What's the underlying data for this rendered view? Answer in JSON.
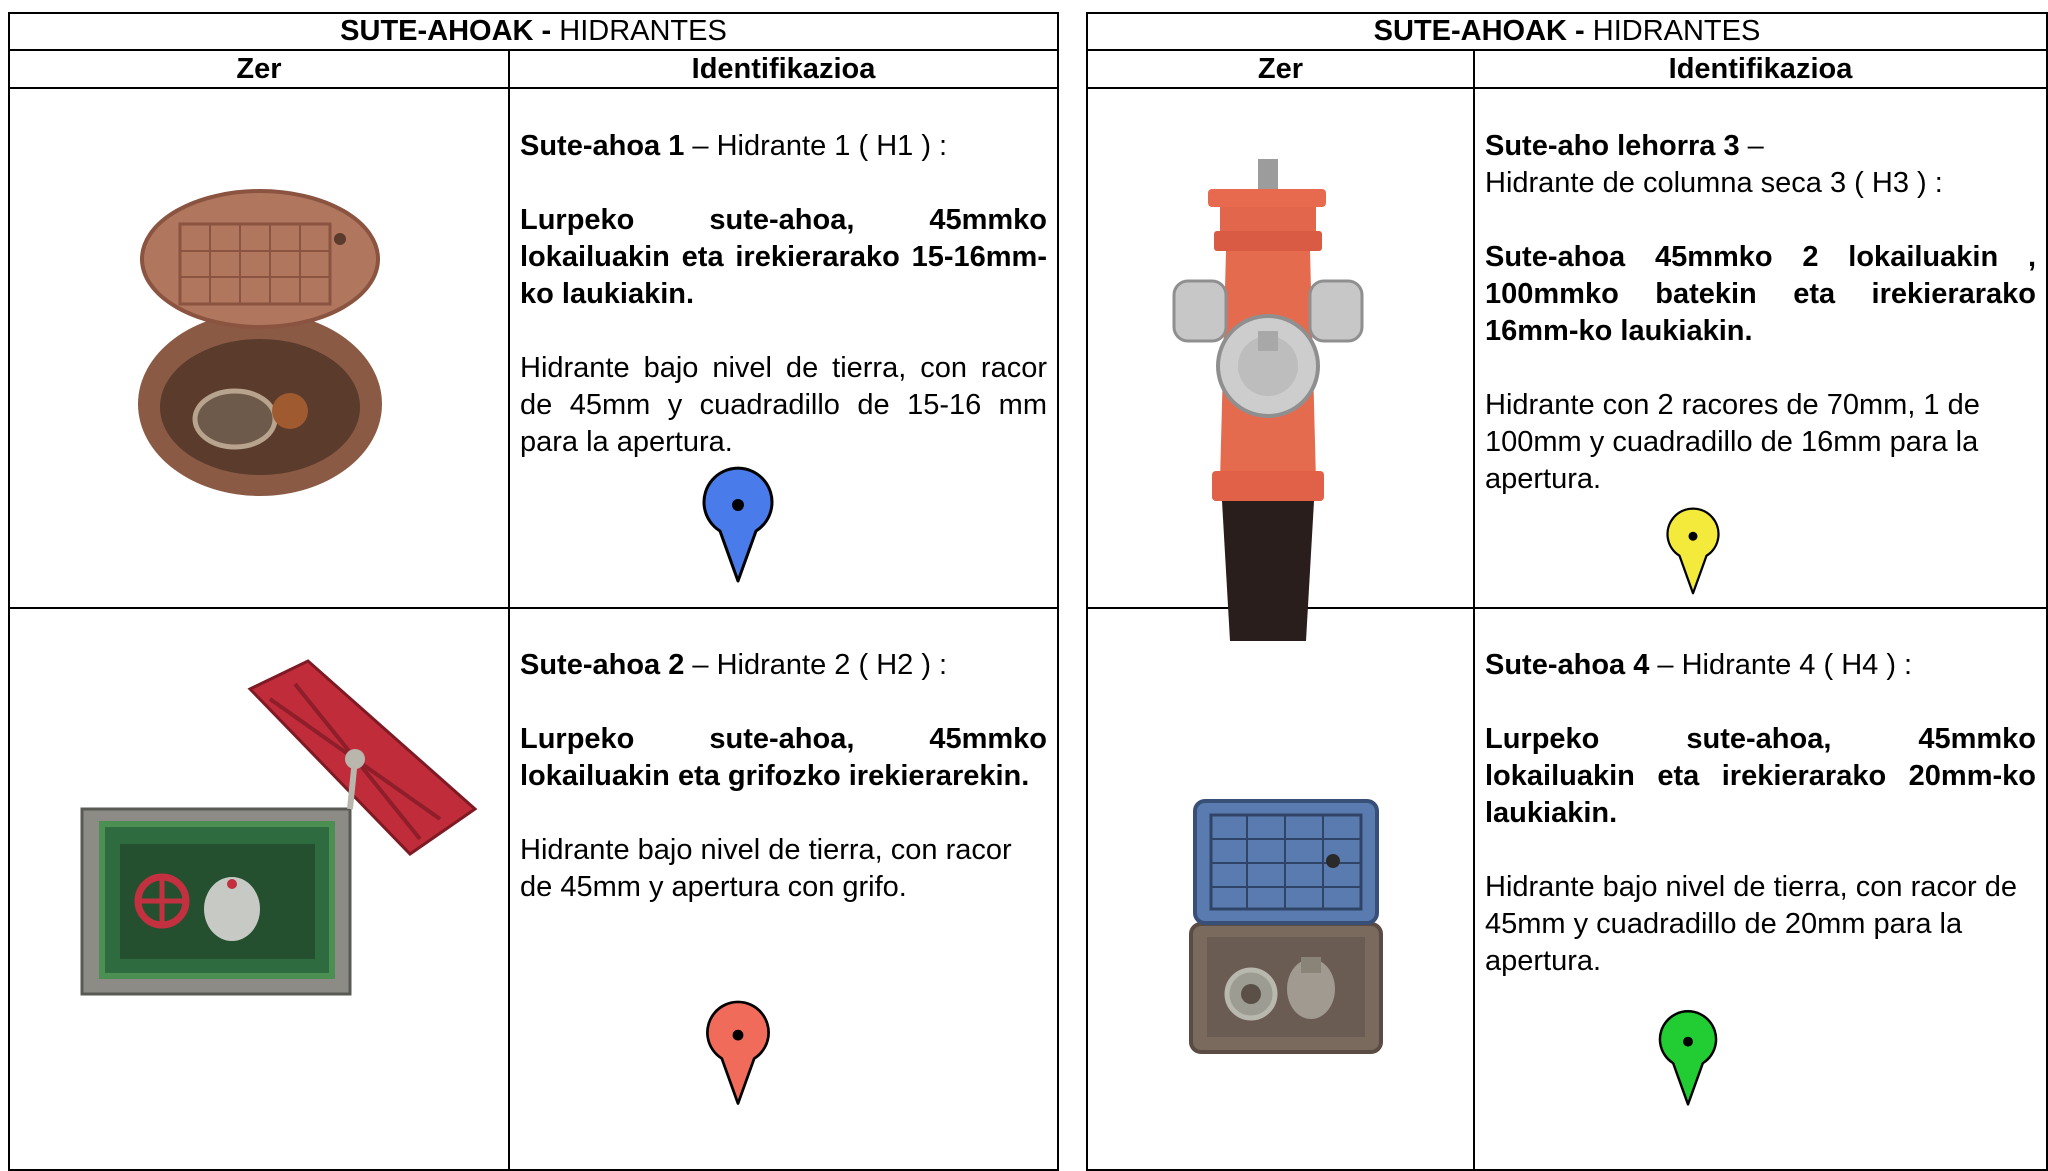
{
  "tables": [
    {
      "title_bold": "SUTE-AHOAK -",
      "title_rest": " HIDRANTES",
      "col_zer": "Zer",
      "col_ident": "Identifikazioa",
      "rows": [
        {
          "name_bold": "Sute-ahoa 1",
          "name_rest": " – Hidrante 1 ( H1 ) :",
          "eu_desc": "Lurpeko sute-ahoa, 45mmko lokailuakin eta irekierarako 15-16mm-ko laukiakin.",
          "es_desc": "Hidrante bajo nivel de tierra, con racor de 45mm y cuadradillo de 15-16 mm para la apertura.",
          "pin_color": "#4a7bea",
          "image": "underground-hydrant-rusty-lid"
        },
        {
          "name_bold": "Sute-ahoa 2",
          "name_rest": " – Hidrante 2 ( H2 ) :",
          "eu_desc": "Lurpeko sute-ahoa, 45mmko lokailuakin eta grifozko irekierarekin.",
          "es_desc": "Hidrante bajo nivel de tierra, con racor de 45mm y apertura con grifo.",
          "pin_color": "#f06b5a",
          "image": "underground-hydrant-red-lid-valve"
        }
      ]
    },
    {
      "title_bold": "SUTE-AHOAK -",
      "title_rest": " HIDRANTES",
      "col_zer": "Zer",
      "col_ident": "Identifikazioa",
      "rows": [
        {
          "name_bold": "Sute-aho lehorra 3",
          "name_rest": " –",
          "name_line2": "Hidrante de columna seca 3 ( H3 ) :",
          "eu_desc": "Sute-ahoa 45mmko 2 lokailuakin , 100mmko batekin eta irekierarako 16mm-ko laukiakin.",
          "es_desc": "Hidrante con 2 racores de 70mm, 1 de 100mm y cuadradillo de 16mm para la apertura.",
          "pin_color": "#f4ea3c",
          "image": "dry-column-hydrant"
        },
        {
          "name_bold": "Sute-ahoa 4",
          "name_rest": " – Hidrante 4 ( H4 ) :",
          "eu_desc": "Lurpeko sute-ahoa, 45mmko lokailuakin eta irekierarako 20mm-ko laukiakin.",
          "es_desc": "Hidrante bajo nivel de tierra, con racor de 45mm y cuadradillo de 20mm para la apertura.",
          "pin_color": "#22cc33",
          "image": "underground-hydrant-blue-lid"
        }
      ]
    }
  ]
}
